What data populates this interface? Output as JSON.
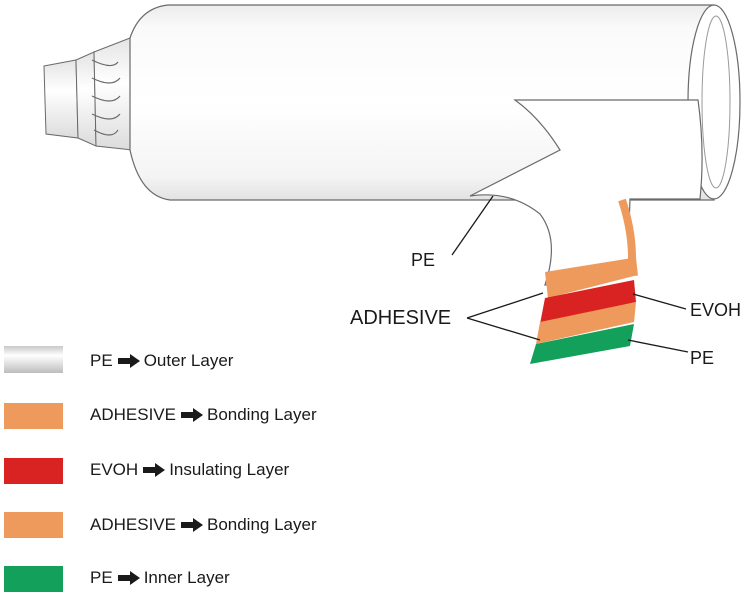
{
  "callouts": {
    "pe_top": "PE",
    "adhesive": "ADHESIVE",
    "evoh": "EVOH",
    "pe_bottom": "PE"
  },
  "legend": [
    {
      "layer": "PE",
      "role": "Outer Layer",
      "color": "#d8d8d8"
    },
    {
      "layer": "ADHESIVE",
      "role": "Bonding Layer",
      "color": "#ee9a5c"
    },
    {
      "layer": "EVOH",
      "role": "Insulating Layer",
      "color": "#d92323"
    },
    {
      "layer": "ADHESIVE",
      "role": "Bonding Layer",
      "color": "#ee9a5c"
    },
    {
      "layer": "PE",
      "role": "Inner Layer",
      "color": "#12a05a"
    }
  ],
  "arrow_icon": "right-arrow-icon",
  "colors": {
    "pe_outer": "#ffffff",
    "adhesive": "#ee9a5c",
    "evoh": "#d92323",
    "pe_inner": "#12a05a"
  }
}
